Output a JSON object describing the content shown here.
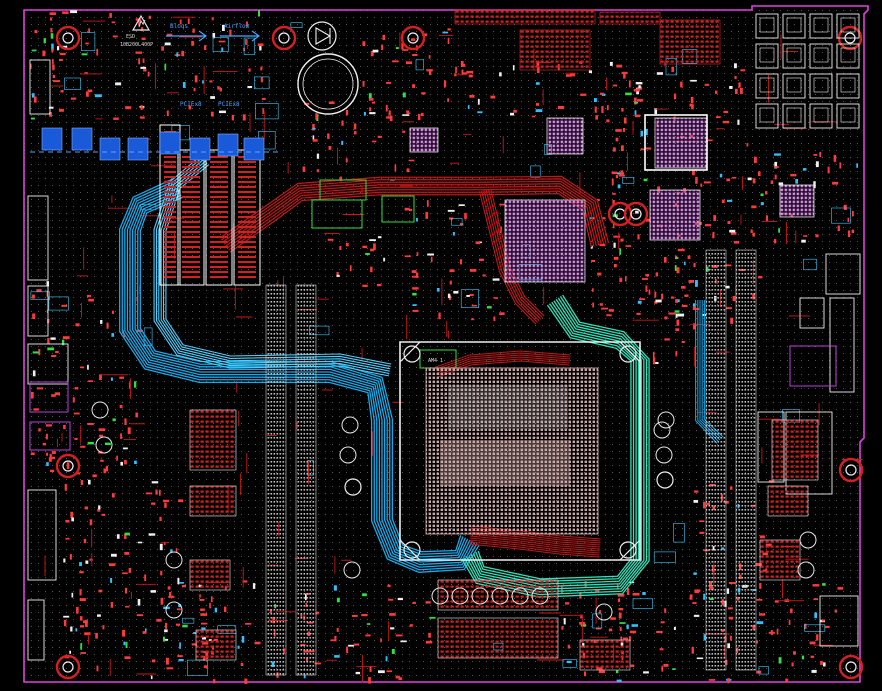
{
  "board": {
    "labels": {
      "esd": "ESD",
      "part_number": "10B200L400P",
      "flow_left": "Bloqs",
      "flow_right": "Airflow",
      "pcie_left": "PCIEx8",
      "pcie_right": "PCIEx8",
      "socket": "AM4 1"
    }
  },
  "colors": {
    "background": "#000000",
    "outline": "#e040e0",
    "silkscreen": "#e8e8e8",
    "top_copper": "#d01818",
    "pad": "#ff3a3a",
    "via": "#9a9a9a",
    "bus_cyan": "#19a8e8",
    "bus_cyan_light": "#4fd0ff",
    "bus_teal": "#30e0b8",
    "bus_red": "#c01818",
    "component_blue": "#1a5ad8",
    "bga_purple": "#b060c0",
    "cpu_pad": "#c0a0a0",
    "dimm_white": "#ffffff",
    "green_box": "#30e040"
  }
}
